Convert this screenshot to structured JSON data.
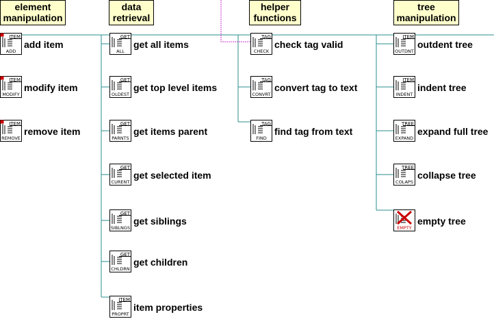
{
  "categories": {
    "element": [
      "element",
      "manipulation"
    ],
    "data": [
      "data",
      "retrieval"
    ],
    "helper": [
      "helper",
      "functions"
    ],
    "tree": [
      "tree",
      "manipulation"
    ]
  },
  "nodes": {
    "add_item": {
      "top": "ITEM",
      "bottom": "ADD",
      "label": "add item",
      "icon": "plus-icon"
    },
    "modify_item": {
      "top": "ITEM",
      "bottom": "MODIFY",
      "label": "modify item",
      "icon": "plus-icon"
    },
    "remove_item": {
      "top": "ITEM",
      "bottom": "REMOVE",
      "label": "remove item",
      "icon": "plus-icon"
    },
    "get_all": {
      "top": "GET",
      "bottom": "ALL",
      "label": "get all items"
    },
    "get_top": {
      "top": "GET",
      "bottom": "OLDEST",
      "label": "get top level items"
    },
    "get_parent": {
      "top": "GET",
      "bottom": "PARNTS",
      "label": "get items parent"
    },
    "get_selected": {
      "top": "GET",
      "bottom": "CURENT",
      "label": "get selected item"
    },
    "get_siblings": {
      "top": "GET",
      "bottom": "SIBLNGS",
      "label": "get siblings"
    },
    "get_children": {
      "top": "GET",
      "bottom": "CHLDRN",
      "label": "get children"
    },
    "item_props": {
      "top": "ITEM",
      "bottom": "PROPRT",
      "label": "item properties"
    },
    "check_tag": {
      "top": "TAG",
      "bottom": "CHECK",
      "label": "check tag valid"
    },
    "tag_to_text": {
      "top": "TAG",
      "bottom": "CONVRT",
      "label": "convert tag to text"
    },
    "find_tag": {
      "top": "TAG",
      "bottom": "FIND",
      "label": "find tag from text"
    },
    "outdent": {
      "top": "ITEM",
      "bottom": "OUTDNT",
      "label": "outdent tree"
    },
    "indent": {
      "top": "ITEM",
      "bottom": "INDENT",
      "label": "indent tree"
    },
    "expand": {
      "top": "TREE",
      "bottom": "EXPAND",
      "label": "expand full tree"
    },
    "collapse": {
      "top": "TREE",
      "bottom": "COLAPS",
      "label": "collapse tree"
    },
    "empty": {
      "top": "",
      "bottom": "EMPTY",
      "label": "empty tree",
      "icon": "red-x-icon"
    }
  },
  "colors": {
    "wire": "#2a8c8c",
    "pink_wire": "#cc33cc",
    "category_bg": "#ffffcc",
    "accent_red": "#cc0000"
  }
}
